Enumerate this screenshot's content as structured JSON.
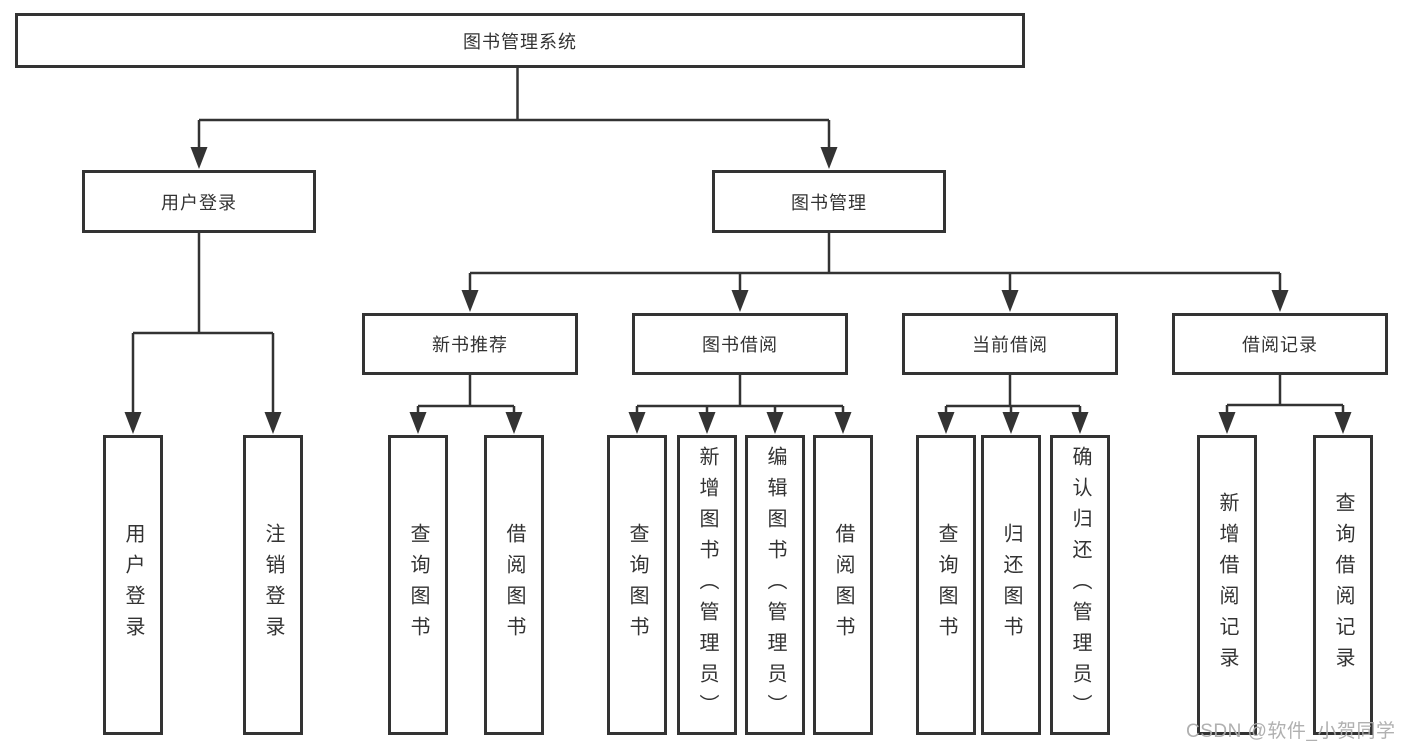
{
  "diagram": {
    "title": "图书管理系统",
    "nodes": {
      "root": {
        "label": "图书管理系统"
      },
      "userLogin": {
        "label": "用户登录"
      },
      "bookMgmt": {
        "label": "图书管理"
      },
      "newBookRec": {
        "label": "新书推荐"
      },
      "bookBorrow": {
        "label": "图书借阅"
      },
      "currentBorrow": {
        "label": "当前借阅"
      },
      "borrowRecord": {
        "label": "借阅记录"
      },
      "leafUserLogin": {
        "label": "用户登录"
      },
      "leafLogout": {
        "label": "注销登录"
      },
      "leafQueryBook1": {
        "label": "查询图书"
      },
      "leafBorrowBook1": {
        "label": "借阅图书"
      },
      "leafQueryBook2": {
        "label": "查询图书"
      },
      "leafAddBook": {
        "label": "新增图书（管理员）"
      },
      "leafEditBook": {
        "label": "编辑图书（管理员）"
      },
      "leafBorrowBook2": {
        "label": "借阅图书"
      },
      "leafQueryBook3": {
        "label": "查询图书"
      },
      "leafReturnBook": {
        "label": "归还图书"
      },
      "leafConfirmReturn": {
        "label": "确认归还（管理员）"
      },
      "leafAddRecord": {
        "label": "新增借阅记录"
      },
      "leafQueryRecord": {
        "label": "查询借阅记录"
      }
    },
    "hierarchy": {
      "图书管理系统": [
        "用户登录",
        "图书管理"
      ],
      "用户登录": [
        "用户登录",
        "注销登录"
      ],
      "图书管理": [
        "新书推荐",
        "图书借阅",
        "当前借阅",
        "借阅记录"
      ],
      "新书推荐": [
        "查询图书",
        "借阅图书"
      ],
      "图书借阅": [
        "查询图书",
        "新增图书（管理员）",
        "编辑图书（管理员）",
        "借阅图书"
      ],
      "当前借阅": [
        "查询图书",
        "归还图书",
        "确认归还（管理员）"
      ],
      "借阅记录": [
        "新增借阅记录",
        "查询借阅记录"
      ]
    }
  },
  "watermark": {
    "text": "CSDN @软件_小贺同学"
  },
  "colors": {
    "line": "#333333",
    "box_border": "#333333",
    "text": "#333333",
    "watermark": "#acacac",
    "background": "#ffffff"
  }
}
